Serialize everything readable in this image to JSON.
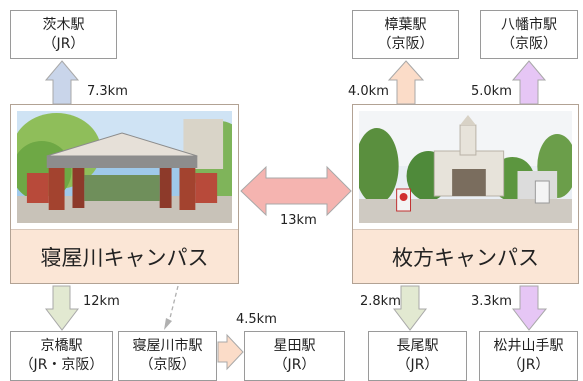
{
  "campuses": {
    "neyagawa": {
      "label": "寝屋川キャンパス"
    },
    "hirakata": {
      "label": "枚方キャンパス"
    }
  },
  "stations": {
    "ibaraki": {
      "name": "茨木駅",
      "line": "（JR）"
    },
    "kuzuha": {
      "name": "樟葉駅",
      "line": "（京阪）"
    },
    "yawatashi": {
      "name": "八幡市駅",
      "line": "（京阪）"
    },
    "kyobashi": {
      "name": "京橋駅",
      "line": "（JR・京阪）"
    },
    "neyagawashi": {
      "name": "寝屋川市駅",
      "line": "（京阪）"
    },
    "hoshida": {
      "name": "星田駅",
      "line": "（JR）"
    },
    "nagao": {
      "name": "長尾駅",
      "line": "（JR）"
    },
    "matsuiyamate": {
      "name": "松井山手駅",
      "line": "（JR）"
    }
  },
  "distances": {
    "ibaraki": "7.3km",
    "kuzuha": "4.0km",
    "yawatashi": "5.0km",
    "between_campuses": "13km",
    "kyobashi": "12km",
    "hoshida": "4.5km",
    "nagao": "2.8km",
    "matsuiyamate": "3.3km"
  },
  "colors": {
    "blue_arrow": "#c9d5ea",
    "peach_arrow": "#fbdcc8",
    "violet_arrow": "#e6c6f5",
    "green_arrow": "#e2e9d1",
    "red_arrow": "#f5b4b0",
    "arrow_stroke": "#a8a8a8",
    "campus_label_bg": "#fbe6d6"
  }
}
